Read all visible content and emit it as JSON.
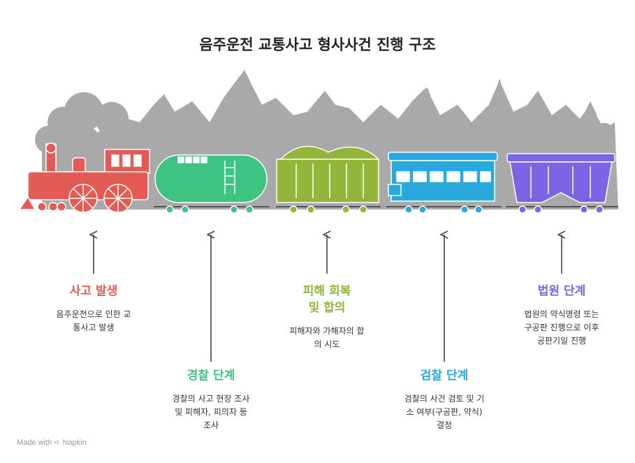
{
  "title": "음주운전 교통사고 형사사건 진행 구조",
  "colors": {
    "red": "#E45A55",
    "green": "#3EC383",
    "olive": "#92B53A",
    "blue": "#28A8DC",
    "purple": "#7E63E6",
    "forest": "#A9A9A9"
  },
  "stages": [
    {
      "title": "사고 발생",
      "desc_lines": [
        "음주운전으로 인한 교",
        "통사고 발생"
      ]
    },
    {
      "title": "경찰 단계",
      "desc_lines": [
        "경찰의 사고 현장 조사",
        "및 피해자, 피의자 등",
        "조사"
      ]
    },
    {
      "title_lines": [
        "피해 회복",
        "및 합의"
      ],
      "desc_lines": [
        "피해자와 가해자의 합",
        "의 시도"
      ]
    },
    {
      "title": "검찰 단계",
      "desc_lines": [
        "검찰의 사건 검토 및 기",
        "소 여부(구공판, 약식)",
        "결정"
      ]
    },
    {
      "title": "법원 단계",
      "desc_lines": [
        "법원의 약식명령 또는",
        "구공판 진행으로 이후",
        "공판기일 진행"
      ]
    }
  ],
  "footer": {
    "prefix": "Made with",
    "brand": "Napkin"
  }
}
